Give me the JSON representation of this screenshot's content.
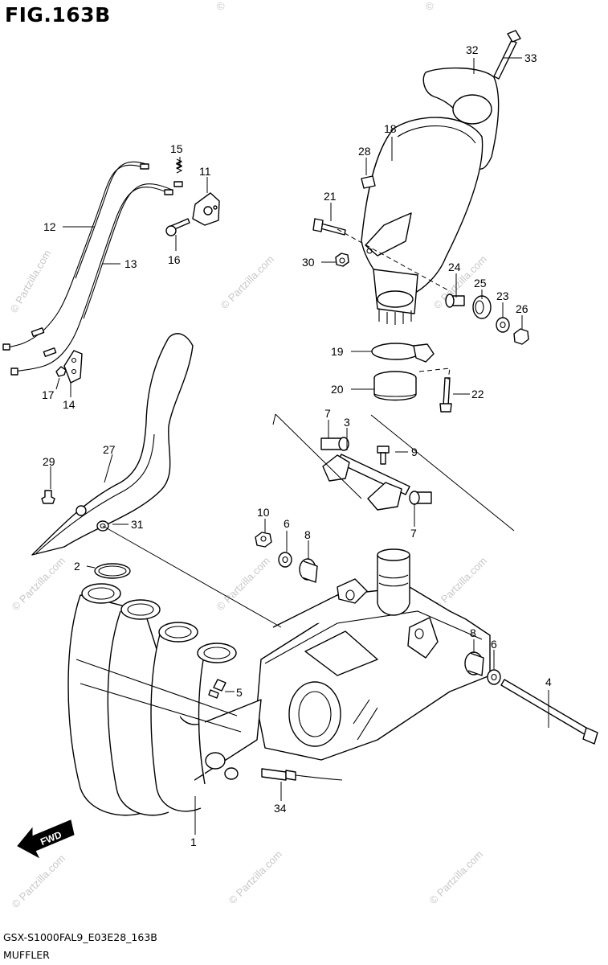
{
  "figure": {
    "title": "FIG.163B",
    "model_code": "GSX-S1000FAL9_E03E28_163B",
    "section_name": "MUFFLER"
  },
  "callouts": [
    {
      "id": "1",
      "text": "1"
    },
    {
      "id": "2",
      "text": "2"
    },
    {
      "id": "3",
      "text": "3"
    },
    {
      "id": "4",
      "text": "4"
    },
    {
      "id": "5",
      "text": "5"
    },
    {
      "id": "6a",
      "text": "6"
    },
    {
      "id": "6b",
      "text": "6"
    },
    {
      "id": "7a",
      "text": "7"
    },
    {
      "id": "7b",
      "text": "7"
    },
    {
      "id": "8a",
      "text": "8"
    },
    {
      "id": "8b",
      "text": "8"
    },
    {
      "id": "9",
      "text": "9"
    },
    {
      "id": "10",
      "text": "10"
    },
    {
      "id": "11",
      "text": "11"
    },
    {
      "id": "12",
      "text": "12"
    },
    {
      "id": "13",
      "text": "13"
    },
    {
      "id": "14",
      "text": "14"
    },
    {
      "id": "15",
      "text": "15"
    },
    {
      "id": "16",
      "text": "16"
    },
    {
      "id": "17",
      "text": "17"
    },
    {
      "id": "18",
      "text": "18"
    },
    {
      "id": "19",
      "text": "19"
    },
    {
      "id": "20",
      "text": "20"
    },
    {
      "id": "21",
      "text": "21"
    },
    {
      "id": "22",
      "text": "22"
    },
    {
      "id": "23",
      "text": "23"
    },
    {
      "id": "24",
      "text": "24"
    },
    {
      "id": "25",
      "text": "25"
    },
    {
      "id": "26",
      "text": "26"
    },
    {
      "id": "27",
      "text": "27"
    },
    {
      "id": "28",
      "text": "28"
    },
    {
      "id": "29",
      "text": "29"
    },
    {
      "id": "30",
      "text": "30"
    },
    {
      "id": "31",
      "text": "31"
    },
    {
      "id": "32",
      "text": "32"
    },
    {
      "id": "33",
      "text": "33"
    },
    {
      "id": "34",
      "text": "34"
    }
  ],
  "direction_arrow": {
    "text": "FWD"
  },
  "watermark": {
    "text": "© Partzilla.com"
  },
  "colors": {
    "line": "#000000",
    "background": "#ffffff",
    "watermark": "#c8c8c8"
  }
}
